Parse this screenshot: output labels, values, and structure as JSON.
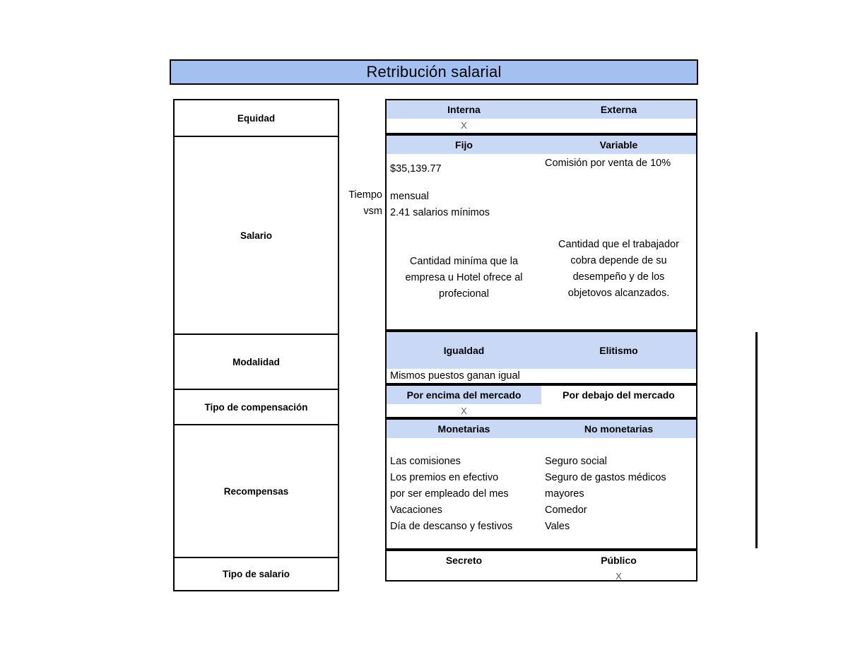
{
  "title": "Retribución salarial",
  "colors": {
    "banner_blue": "#A3C0F0",
    "header_blue": "#C8D8F5",
    "border_black": "#000000",
    "x_mark_gray": "#595959"
  },
  "x_mark": "X",
  "left_labels": [
    {
      "label": "Equidad"
    },
    {
      "label": "Salario"
    },
    {
      "label": "Modalidad"
    },
    {
      "label": "Tipo de compensación"
    },
    {
      "label": "Recompensas"
    },
    {
      "label": "Tipo de salario"
    }
  ],
  "sections": {
    "equidad": {
      "header_left": "Interna",
      "header_right": "Externa",
      "header_left_filled": true,
      "header_right_filled": true,
      "mark_column": "left"
    },
    "salario": {
      "header_left": "Fijo",
      "header_right": "Variable",
      "header_left_filled": true,
      "header_right_filled": true,
      "gutter_labels": [
        "Tiempo",
        "vsm"
      ],
      "fijo_amount": "$35,139.77",
      "fijo_period": "mensual",
      "fijo_vsm": "2.41 salarios mínimos",
      "variable_note": "Comisión por venta de 10%",
      "fijo_description": "Cantidad miníma que la empresa u Hotel ofrece al profecional",
      "variable_description": "Cantidad que el trabajador cobra depende de su desempeño y de los objetovos alcanzados."
    },
    "modalidad": {
      "header_left": "Igualdad",
      "header_right": "Elitismo",
      "header_left_filled": true,
      "header_right_filled": true,
      "note": "Mismos puestos ganan igual"
    },
    "tipo_compensacion": {
      "header_left": "Por encima del mercado",
      "header_right": "Por debajo del mercado",
      "header_left_filled": true,
      "header_right_filled": false,
      "mark_column": "left"
    },
    "recompensas": {
      "header_left": "Monetarias",
      "header_right": "No monetarias",
      "header_left_filled": true,
      "header_right_filled": true,
      "monetarias_items": [
        "Las comisiones",
        "Los premios en efectivo",
        "por ser empleado del mes",
        "Vacaciones",
        "Día de descanso y festivos"
      ],
      "no_monetarias_items": [
        "Seguro social",
        "Seguro de gastos médicos",
        "mayores",
        "Comedor",
        "Vales"
      ]
    },
    "tipo_salario": {
      "header_left": "Secreto",
      "header_right": "Público",
      "header_left_filled": false,
      "header_right_filled": false,
      "mark_column": "right"
    }
  }
}
